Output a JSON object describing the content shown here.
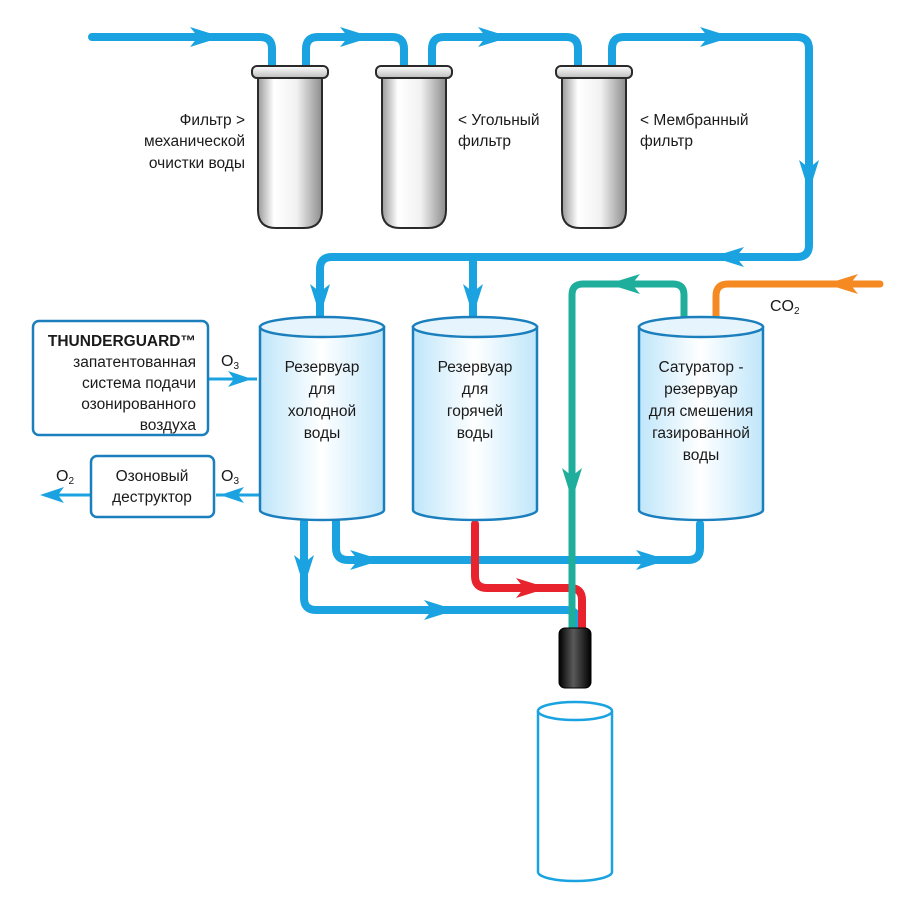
{
  "filters": {
    "mechanical": {
      "line1": "Фильтр  >",
      "line2": "механической",
      "line3": "очистки воды"
    },
    "carbon": {
      "line1": "< Угольный",
      "line2": "фильтр"
    },
    "membrane": {
      "line1": "< Мембранный",
      "line2": "фильтр"
    }
  },
  "tanks": {
    "cold": {
      "line1": "Резервуар",
      "line2": "для",
      "line3": "холодной",
      "line4": "воды"
    },
    "hot": {
      "line1": "Резервуар",
      "line2": "для",
      "line3": "горячей",
      "line4": "воды"
    },
    "saturator": {
      "line1": "Сатуратор -",
      "line2": "резервуар",
      "line3": "для смешения",
      "line4": "газированной",
      "line5": "воды"
    }
  },
  "thunderguard": {
    "title": "THUNDERGUARD™",
    "line1": "запатентованная",
    "line2": "система подачи",
    "line3": "озонированного",
    "line4": "воздуха"
  },
  "ozone_destructor": {
    "line1": "Озоновый",
    "line2": "деструктор"
  },
  "gases": {
    "o3_in": {
      "base": "O",
      "sub": "3"
    },
    "o3_out": {
      "base": "O",
      "sub": "3"
    },
    "o2": {
      "base": "O",
      "sub": "2"
    },
    "co2": {
      "base": "CO",
      "sub": "2"
    }
  },
  "colors": {
    "water": "#1aa3e0",
    "hot_water": "#e8232d",
    "sparkling_water": "#1fae9c",
    "co2": "#f58a22",
    "outline": "#1b7fbd"
  }
}
